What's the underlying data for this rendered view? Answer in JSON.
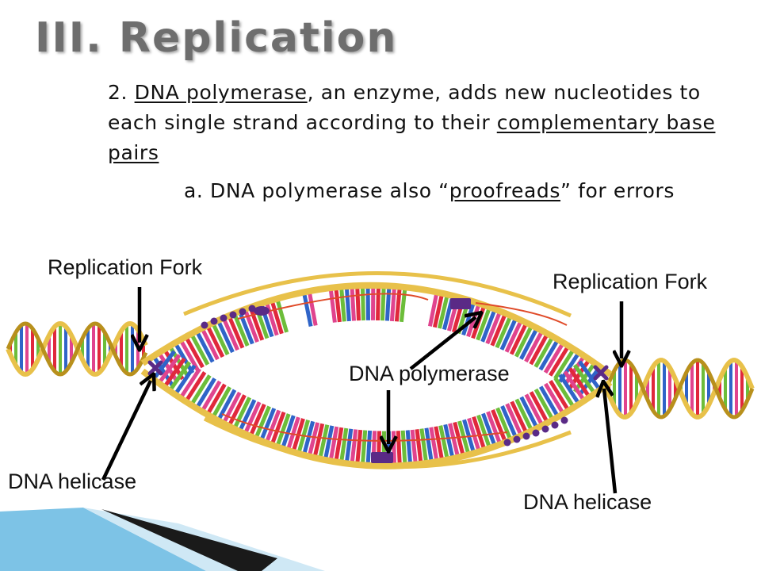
{
  "slide": {
    "title": "III. Replication",
    "point2": {
      "number": "2.",
      "term": "DNA polymerase",
      "mid": ", an enzyme, adds new nucleotides to each single strand according to their",
      "term2": "complementary base pairs"
    },
    "point2a": {
      "prefix": "a. DNA polymerase also “",
      "term": "proofreads",
      "suffix": "” for errors"
    }
  },
  "diagram": {
    "labels": {
      "fork_left": "Replication Fork",
      "fork_right": "Replication Fork",
      "polymerase": "DNA polymerase",
      "helicase_left": "DNA helicase",
      "helicase_right": "DNA helicase"
    },
    "colors": {
      "backbone": "#e8c14a",
      "backbone_dark": "#b8901c",
      "base_red": "#e0283c",
      "base_green": "#6cbd3a",
      "base_blue": "#2f64c8",
      "base_pink": "#e0448e",
      "enzyme": "#5a2a86",
      "primer": "#e04a28"
    }
  }
}
